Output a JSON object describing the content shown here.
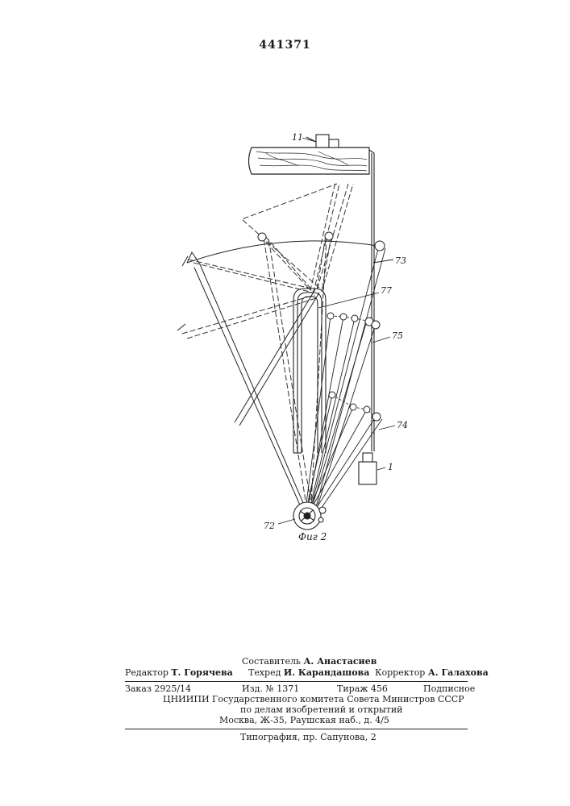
{
  "patent_number": "441371",
  "figure": {
    "caption": "Фиг 2",
    "labels": {
      "l11": "11",
      "l73": "73",
      "l77": "77",
      "l75": "75",
      "l74": "74",
      "l1": "1",
      "l72": "72"
    }
  },
  "imprint": {
    "compiler_label": "Составитель",
    "compiler_name": "А. Анастасиев",
    "editor_label": "Редактор",
    "editor_name": "Т. Горячева",
    "techred_label": "Техред",
    "techred_name": "И. Карандашова",
    "corrector_label": "Корректор",
    "corrector_name": "А. Галахова",
    "order": "Заказ 2925/14",
    "edition": "Изд. № 1371",
    "circulation": "Тираж 456",
    "subscription": "Подписное",
    "org_line1": "ЦНИИПИ Государственного комитета Совета Министров СССР",
    "org_line2": "по делам изобретений и открытий",
    "org_line3": "Москва, Ж-35, Раушская наб., д. 4/5",
    "printer": "Типография, пр. Сапунова, 2"
  }
}
